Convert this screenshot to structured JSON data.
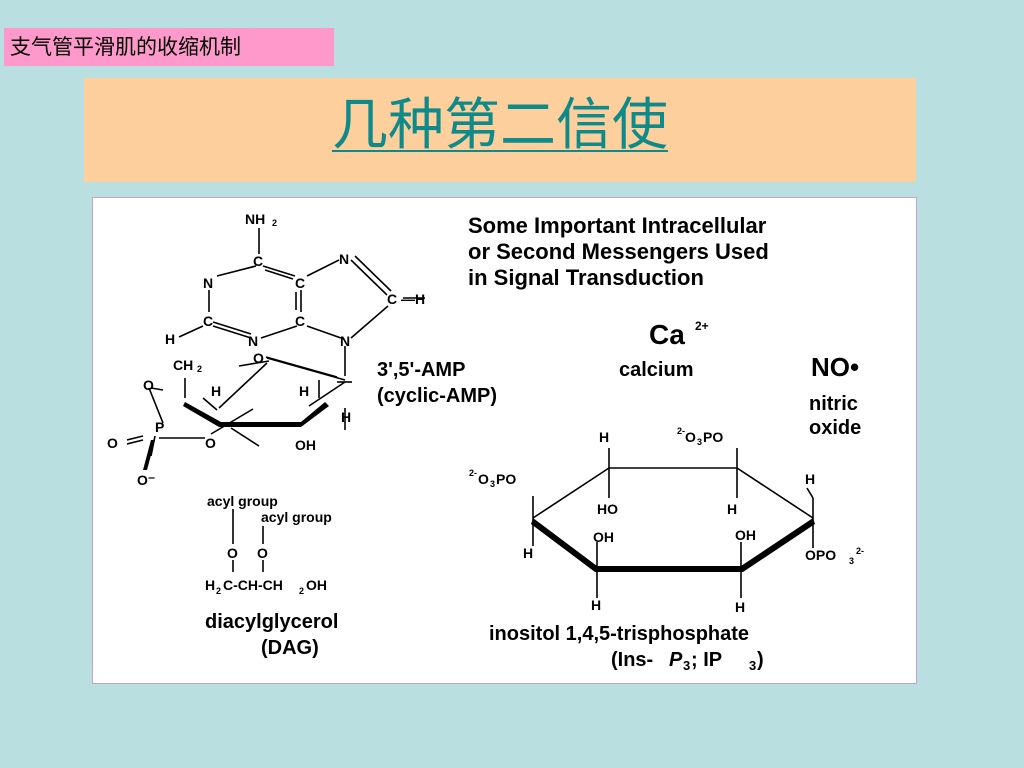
{
  "slide": {
    "tag": "支气管平滑肌的收缩机制",
    "title": "几种第二信使"
  },
  "figure": {
    "heading": [
      "Some Important Intracellular",
      "or Second Messengers Used",
      "in Signal Transduction"
    ],
    "camp": {
      "name": "3',5'-AMP",
      "alt": "(cyclic-AMP)",
      "atoms": {
        "nh": "NH",
        "sub2": "2",
        "n": "N",
        "c": "C",
        "h": "H",
        "ch": "CH",
        "o": "O",
        "p": "P",
        "oh": "OH",
        "c_h": "C —H",
        "o_minus": "O⁻"
      }
    },
    "calcium": {
      "symbol": "Ca",
      "charge": "2+",
      "name": "calcium"
    },
    "no": {
      "symbol": "NO•",
      "line1": "nitric",
      "line2": "oxide"
    },
    "dag": {
      "acyl1": "acyl group",
      "acyl2": "acyl group",
      "o": "O",
      "chain_h": "H",
      "chain_c1": "C-CH-CH",
      "chain_oh": "OH",
      "sub2": "2",
      "name": "diacylglycerol",
      "abbr": "(DAG)"
    },
    "ip3": {
      "h": "H",
      "ho": "HO",
      "oh": "OH",
      "p_sup": "2-",
      "p_o": "O",
      "p_sub": "3",
      "p_po": "PO",
      "opo": "OPO",
      "name": "inositol 1,4,5-trisphosphate",
      "abbr_open": "(Ins-",
      "abbr_p": "P",
      "abbr_sub": "3",
      "abbr_mid": "; IP",
      "abbr_close": ")"
    }
  }
}
